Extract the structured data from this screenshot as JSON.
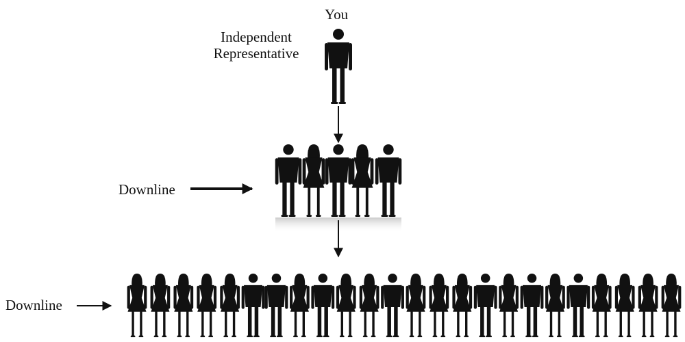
{
  "top": {
    "you_label": "You",
    "role_line1": "Independent",
    "role_line2": "Representative"
  },
  "levels": [
    {
      "label": "Downline",
      "people": 5
    },
    {
      "label": "Downline",
      "people": 24
    }
  ],
  "colors": {
    "silhouette": "#111111",
    "background": "#ffffff",
    "reflection": "#d9d9d9"
  },
  "icons": {
    "person": "person-silhouette-icon",
    "arrow": "arrow-icon"
  }
}
